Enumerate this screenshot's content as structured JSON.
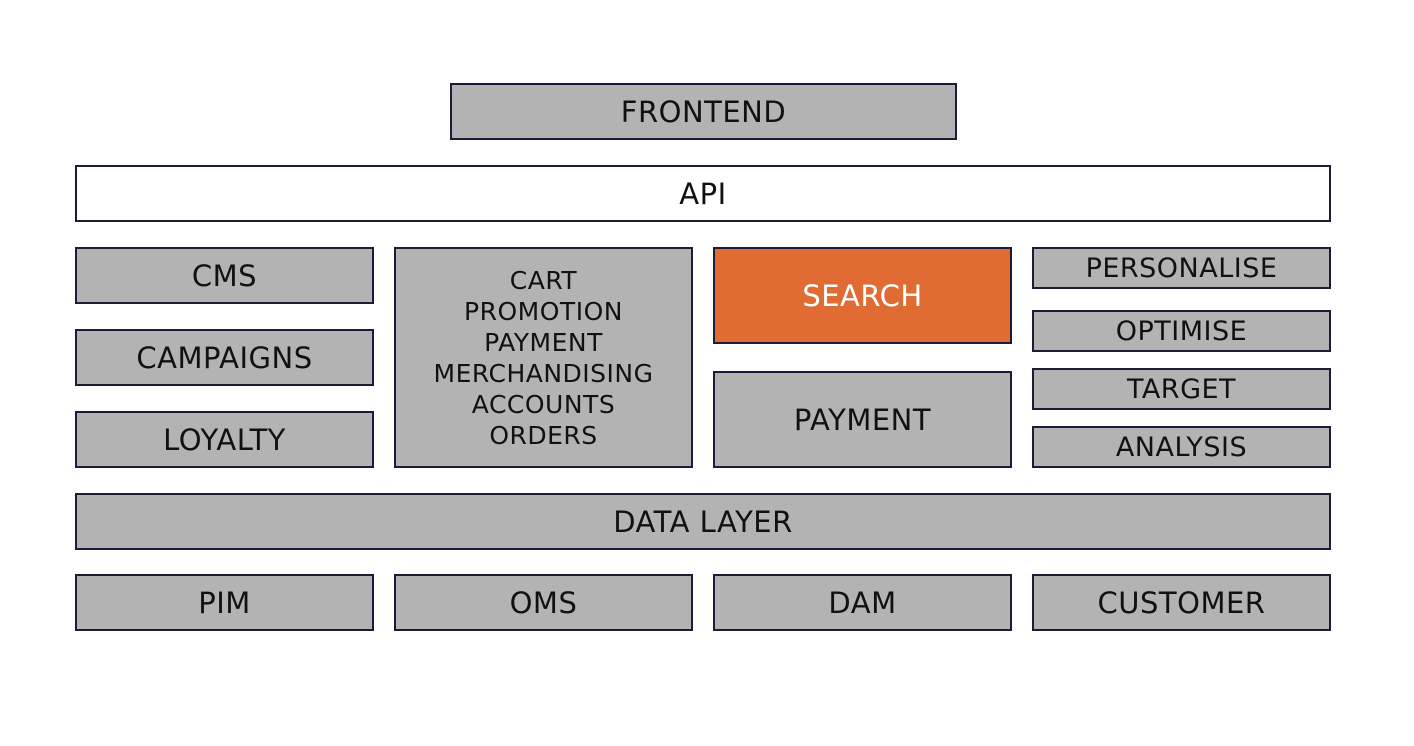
{
  "colors": {
    "box_fill": "#b3b3b3",
    "box_border": "#1c1c38",
    "api_fill": "#ffffff",
    "highlight_fill": "#e06b33",
    "highlight_text": "#ffffff"
  },
  "layers": {
    "frontend": "FRONTEND",
    "api": "API",
    "data_layer": "DATA LAYER"
  },
  "services": {
    "cms": "CMS",
    "campaigns": "CAMPAIGNS",
    "loyalty": "LOYALTY",
    "commerce": [
      "CART",
      "PROMOTION",
      "PAYMENT",
      "MERCHANDISING",
      "ACCOUNTS",
      "ORDERS"
    ],
    "search": "SEARCH",
    "payment": "PAYMENT",
    "personalise": "PERSONALISE",
    "optimise": "OPTIMISE",
    "target": "TARGET",
    "analysis": "ANALYSIS"
  },
  "data_sources": {
    "pim": "PIM",
    "oms": "OMS",
    "dam": "DAM",
    "customer": "CUSTOMER"
  }
}
